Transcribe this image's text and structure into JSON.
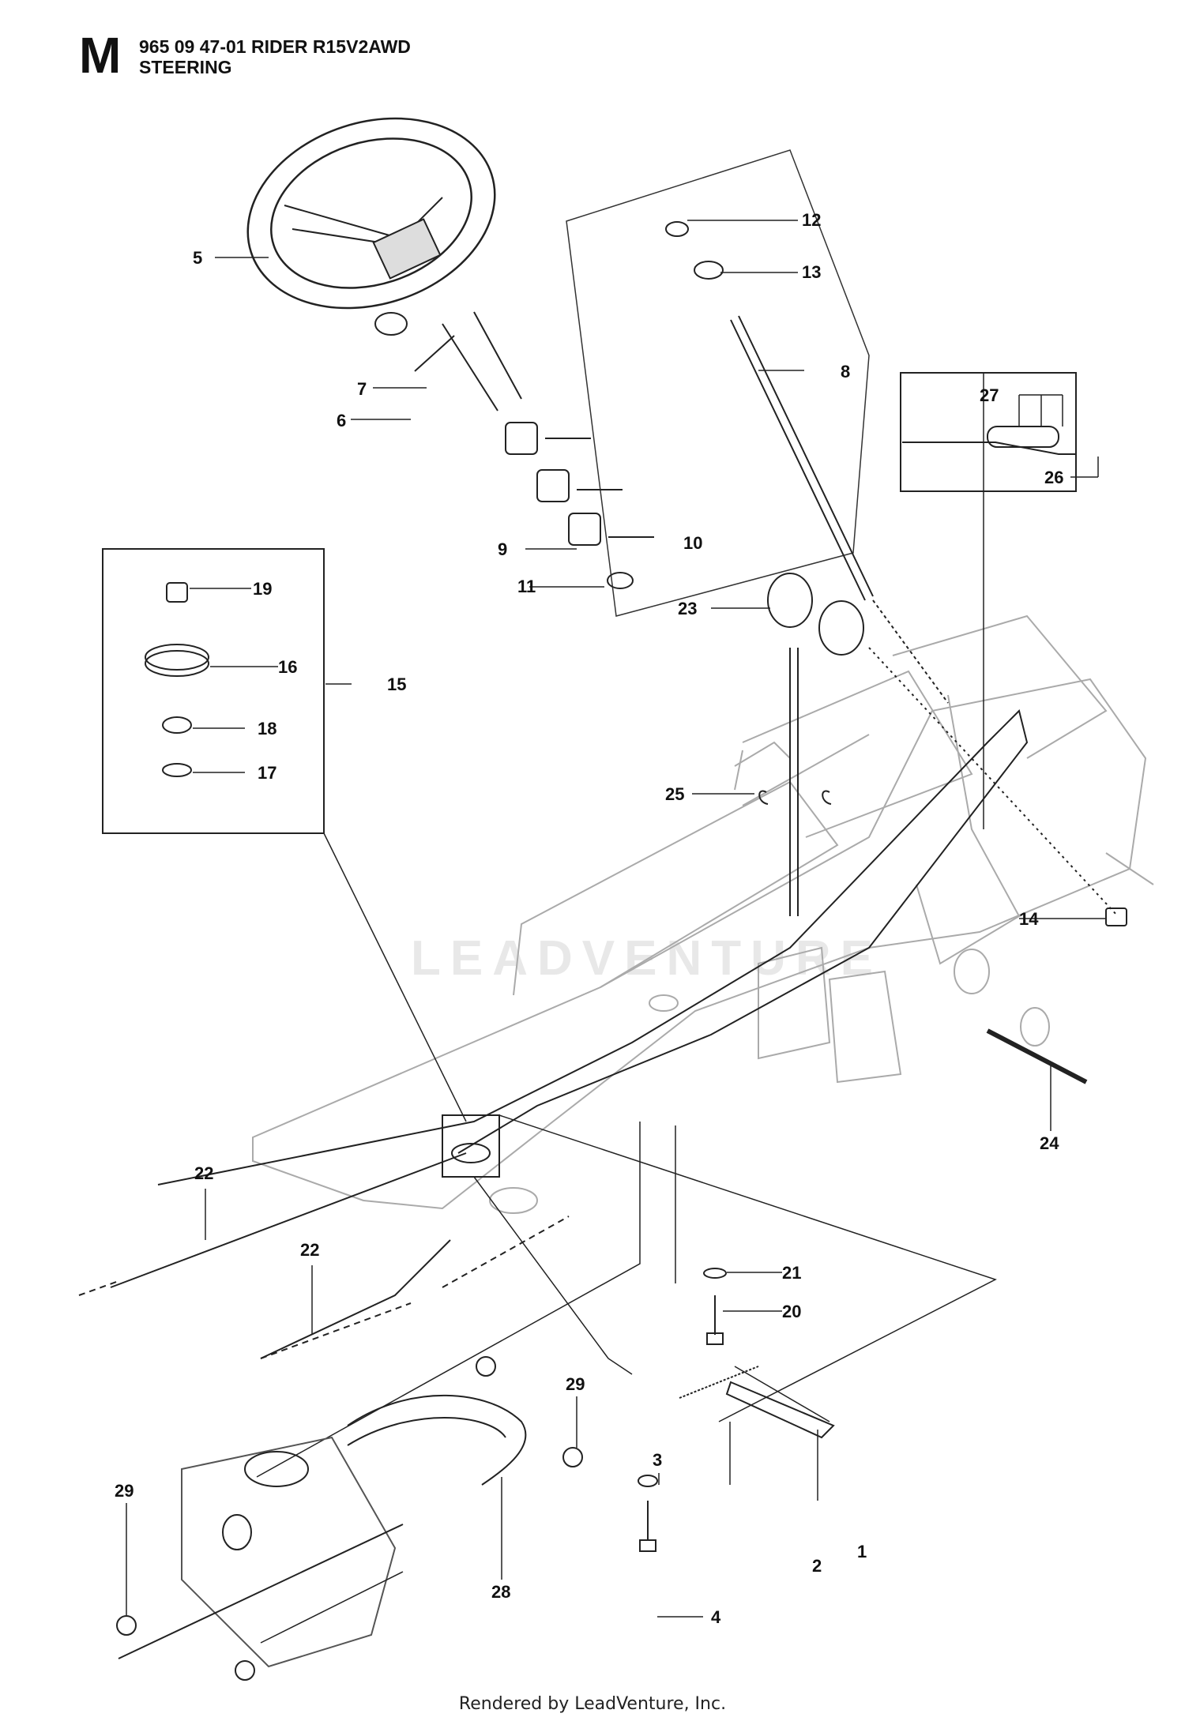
{
  "header": {
    "section_letter": "M",
    "model_line": "965 09 47-01 RIDER R15V2AWD",
    "section_title": "STEERING"
  },
  "watermark": {
    "text": "LEADVENTURE"
  },
  "callouts": {
    "c1": "1",
    "c2": "2",
    "c3": "3",
    "c4": "4",
    "c5": "5",
    "c6": "6",
    "c7": "7",
    "c8": "8",
    "c9": "9",
    "c10": "10",
    "c11": "11",
    "c12": "12",
    "c13": "13",
    "c14": "14",
    "c15": "15",
    "c16": "16",
    "c17": "17",
    "c18": "18",
    "c19": "19",
    "c20": "20",
    "c21": "21",
    "c22a": "22",
    "c22b": "22",
    "c23": "23",
    "c24": "24",
    "c25": "25",
    "c26": "26",
    "c27": "27",
    "c28": "28",
    "c29a": "29",
    "c29b": "29"
  },
  "footer": {
    "text": "Rendered by LeadVenture, Inc."
  }
}
